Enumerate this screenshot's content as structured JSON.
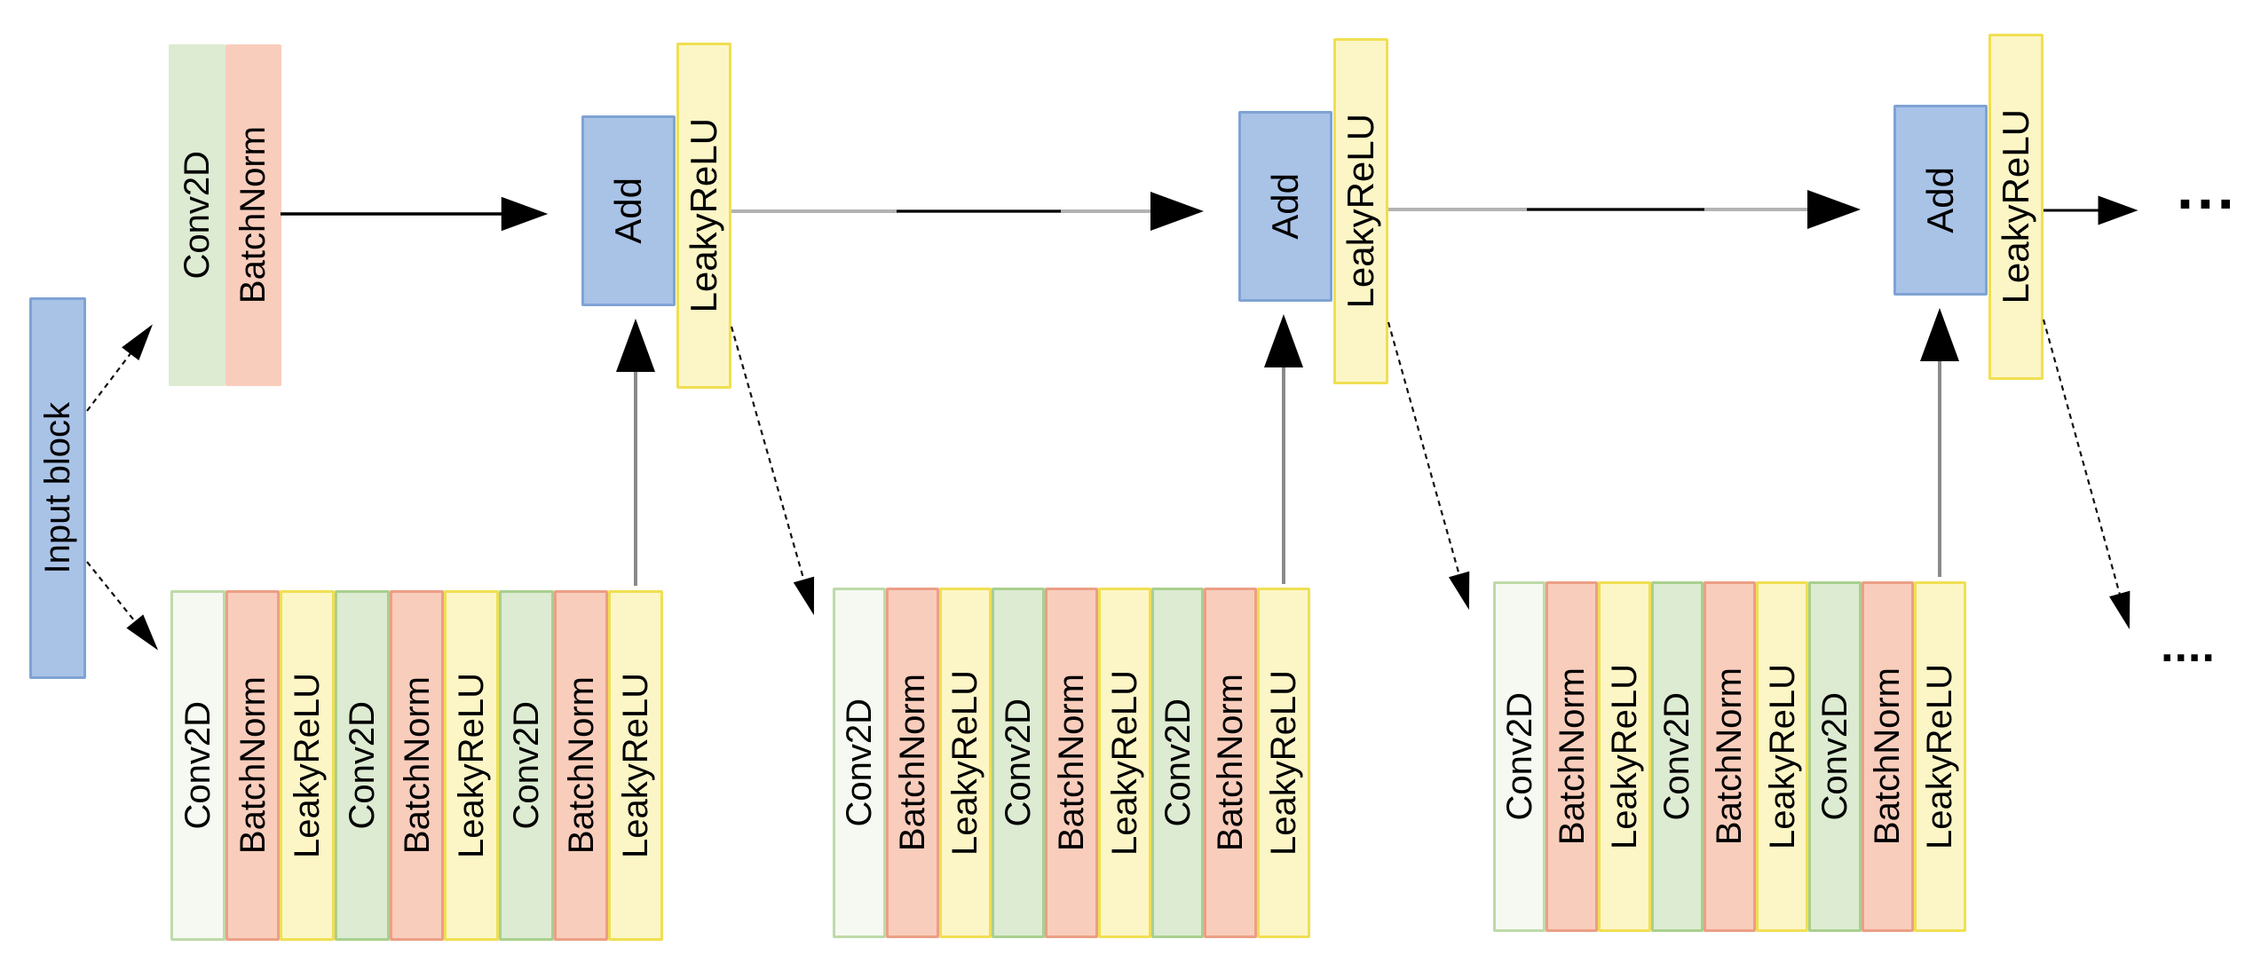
{
  "colors": {
    "background": "#ffffff",
    "blue_fill": "#a9c3e7",
    "blue_border": "#7fa3d4",
    "green_fill": "#dcebd2",
    "green_border": "#a9d08e",
    "pale_conv_fill": "#f5f9f1",
    "salmon_fill": "#f9cdbc",
    "salmon_border": "#ec9f85",
    "yellow_fill": "#fcf6c6",
    "yellow_border": "#f0df52",
    "arrow_black": "#000000",
    "arrow_gray": "#8a8a8a"
  },
  "input_block": {
    "label": "Input block"
  },
  "stem": {
    "conv": "Conv2D",
    "bn": "BatchNorm"
  },
  "residual_units": [
    {
      "add": "Add",
      "activation": "LeakyReLU"
    },
    {
      "add": "Add",
      "activation": "LeakyReLU"
    },
    {
      "add": "Add",
      "activation": "LeakyReLU"
    }
  ],
  "stacks": [
    {
      "layers": [
        "Conv2D",
        "BatchNorm",
        "LeakyReLU",
        "Conv2D",
        "BatchNorm",
        "LeakyReLU",
        "Conv2D",
        "BatchNorm",
        "LeakyReLU"
      ]
    },
    {
      "layers": [
        "Conv2D",
        "BatchNorm",
        "LeakyReLU",
        "Conv2D",
        "BatchNorm",
        "LeakyReLU",
        "Conv2D",
        "BatchNorm",
        "LeakyReLU"
      ]
    },
    {
      "layers": [
        "Conv2D",
        "BatchNorm",
        "LeakyReLU",
        "Conv2D",
        "BatchNorm",
        "LeakyReLU",
        "Conv2D",
        "BatchNorm",
        "LeakyReLU"
      ]
    }
  ],
  "continuation": {
    "top": "...",
    "bottom": "...."
  }
}
